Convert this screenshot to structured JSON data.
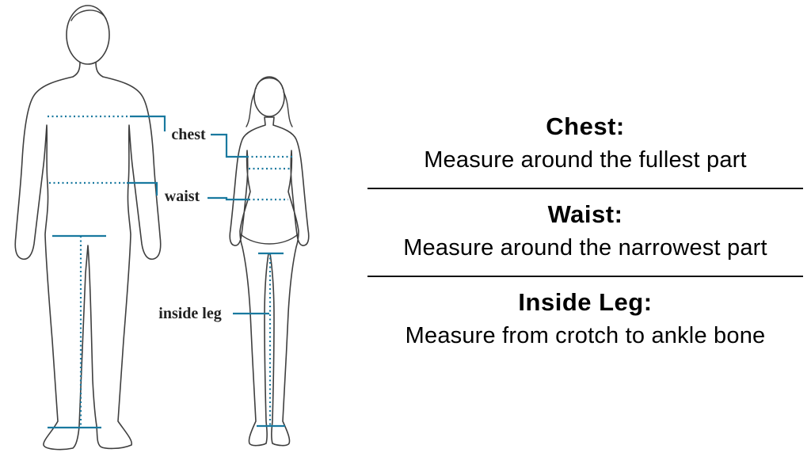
{
  "diagram": {
    "chest_label": "chest",
    "waist_label": "waist",
    "inside_leg_label": "inside leg",
    "accent_color": "#19799f",
    "outline_color": "#3f3f3f",
    "label_color": "#222222"
  },
  "instructions": [
    {
      "title": "Chest:",
      "description": "Measure around the fullest part"
    },
    {
      "title": "Waist:",
      "description": "Measure around the narrowest part"
    },
    {
      "title": "Inside Leg:",
      "description": "Measure from crotch to ankle bone"
    }
  ]
}
